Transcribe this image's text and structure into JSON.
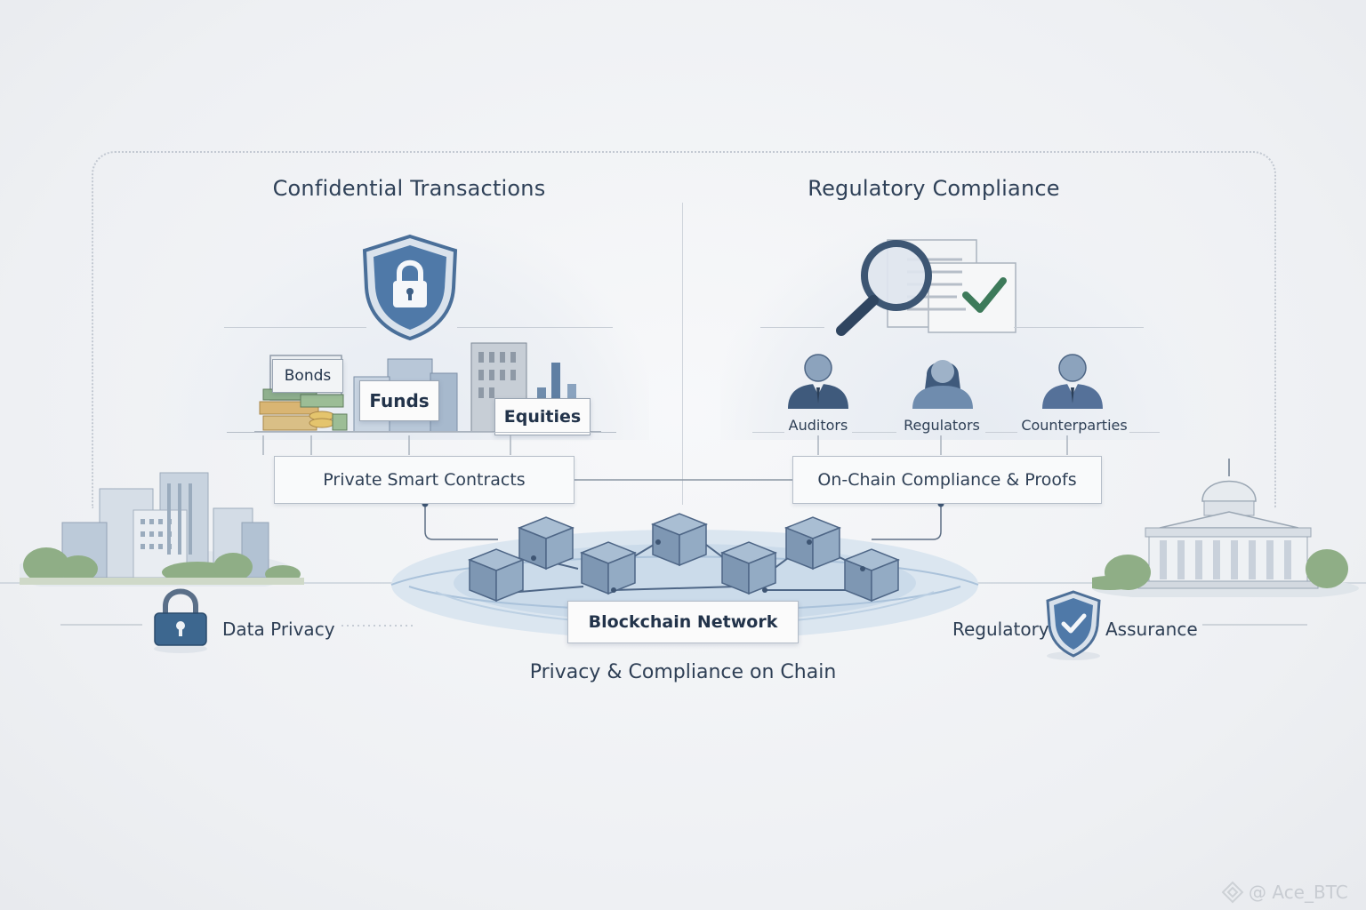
{
  "sections": {
    "left_title": "Confidential Transactions",
    "right_title": "Regulatory Compliance"
  },
  "assets": {
    "bonds": "Bonds",
    "funds": "Funds",
    "equities": "Equities"
  },
  "parties": [
    {
      "label": "Auditors"
    },
    {
      "label": "Regulators"
    },
    {
      "label": "Counterparties"
    }
  ],
  "boxes": {
    "private_contracts": "Private Smart Contracts",
    "onchain_compliance": "On-Chain Compliance & Proofs",
    "blockchain_network": "Blockchain Network"
  },
  "caption": "Privacy & Compliance on Chain",
  "bottom": {
    "data_privacy": "Data Privacy",
    "regulatory": "Regulatory",
    "assurance": "Assurance"
  },
  "watermark": "@ Ace_BTC",
  "colors": {
    "accent_blue": "#3f6b99",
    "shield_blue": "#4a74a3",
    "check_green": "#4f8a6a",
    "cube_blue": "#8fa9c4"
  }
}
